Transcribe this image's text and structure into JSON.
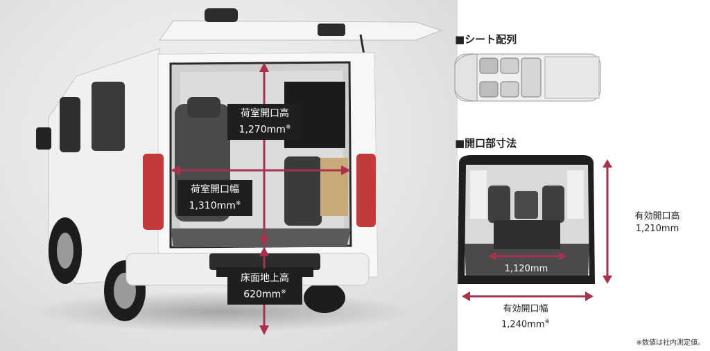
{
  "van_labels": {
    "height": {
      "name": "荷室開口高",
      "value": "1,270mm",
      "mark": "※"
    },
    "width": {
      "name": "荷室開口幅",
      "value": "1,310mm",
      "mark": "※"
    },
    "floor": {
      "name": "床面地上高",
      "value": "620mm",
      "mark": "※"
    }
  },
  "seat_section": {
    "title": "■シート配列"
  },
  "opening_section": {
    "title": "■開口部寸法",
    "inner_width": "1,120mm",
    "eff_height_name": "有効開口高",
    "eff_height_value": "1,210mm",
    "eff_width_name": "有効開口幅",
    "eff_width_value": "1,240mm",
    "mark": "※"
  },
  "footnote": "※数値は社内測定値。",
  "colors": {
    "arrow": "#a8324a",
    "label_bg": "#1f1f1f",
    "van_body": "#f2f2f2"
  }
}
